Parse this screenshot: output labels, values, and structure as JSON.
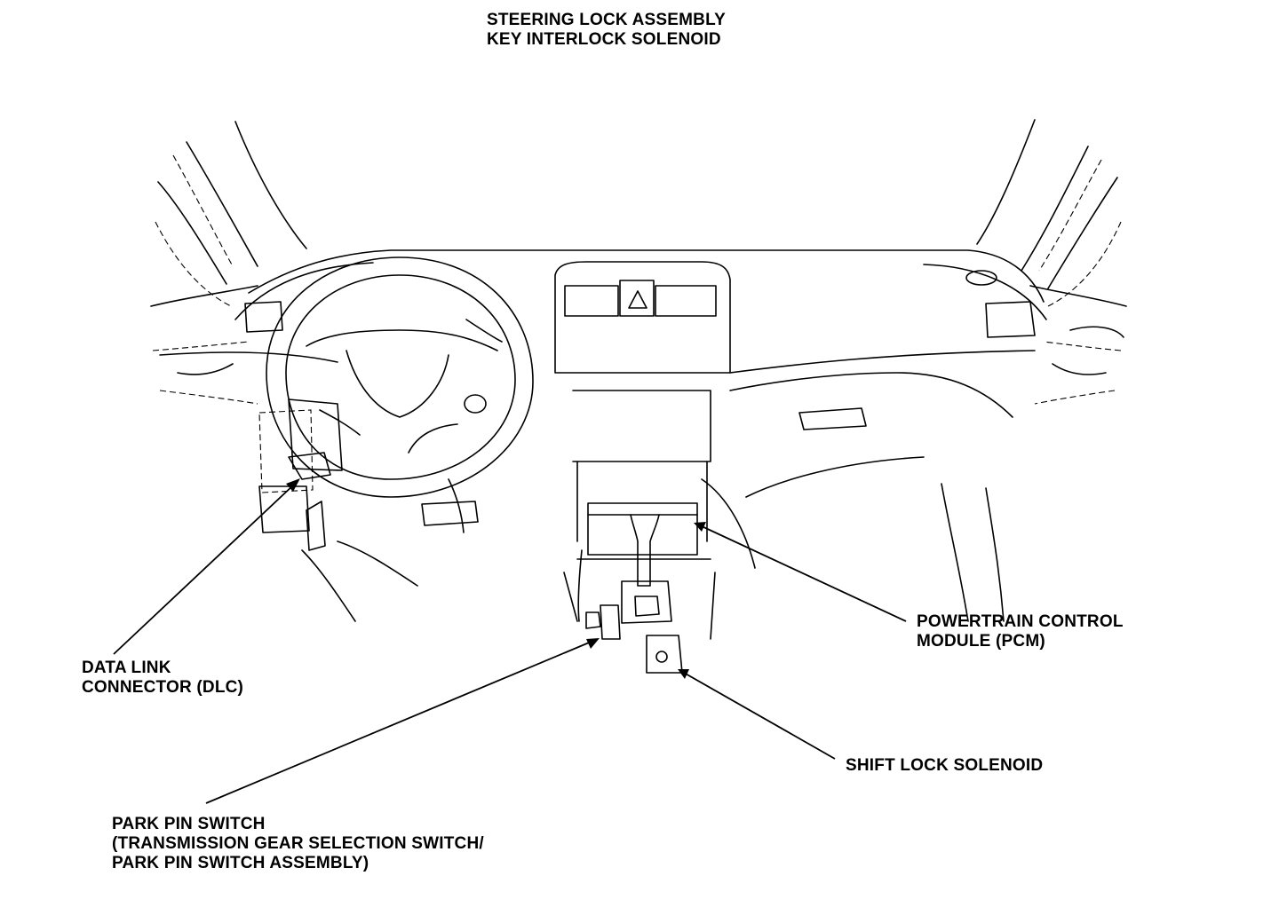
{
  "labels": {
    "top": {
      "line1": "STEERING LOCK ASSEMBLY",
      "line2": "KEY INTERLOCK SOLENOID"
    },
    "dlc": {
      "line1": "DATA LINK",
      "line2": "CONNECTOR (DLC)"
    },
    "pcm": {
      "line1": "POWERTRAIN CONTROL",
      "line2": "MODULE (PCM)"
    },
    "shift": {
      "line1": "SHIFT LOCK SOLENOID"
    },
    "park": {
      "line1": "PARK PIN SWITCH",
      "line2": "(TRANSMISSION GEAR SELECTION SWITCH/",
      "line3": "PARK PIN SWITCH ASSEMBLY)"
    }
  },
  "colors": {
    "ink": "#000000",
    "background": "#ffffff"
  }
}
